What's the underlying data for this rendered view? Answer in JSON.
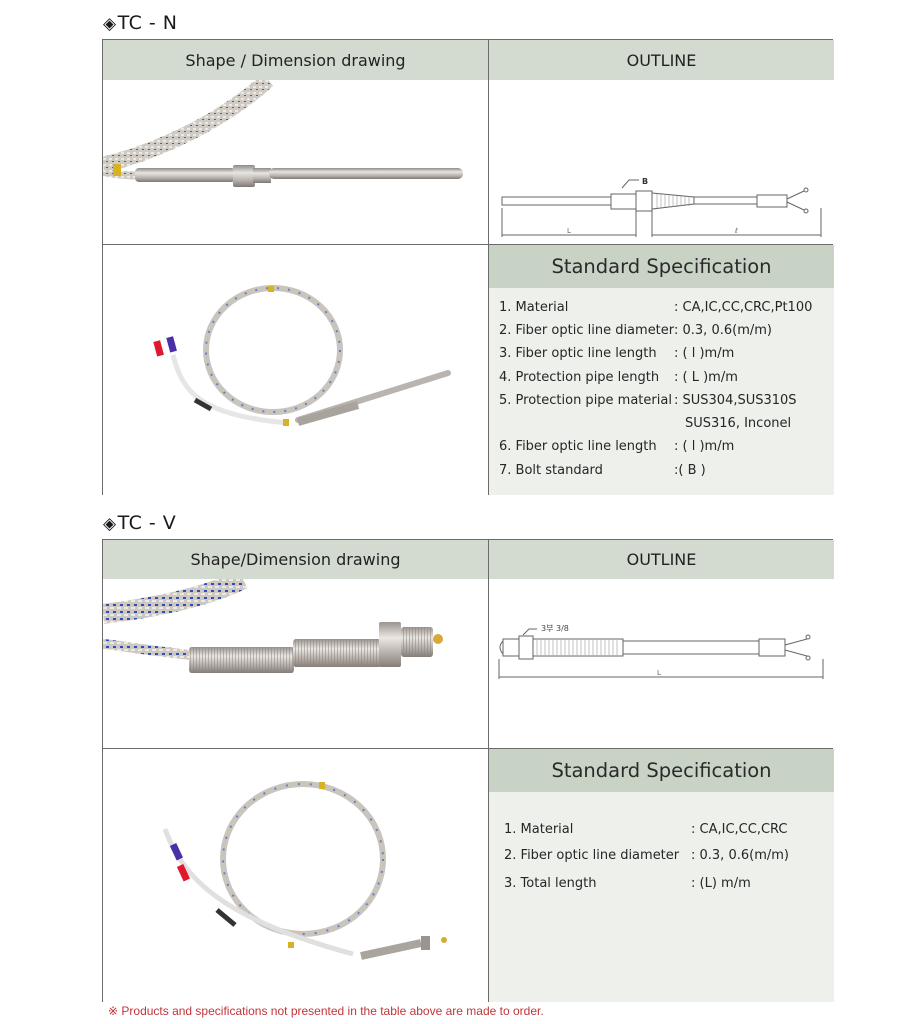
{
  "sections": [
    {
      "title": "TC - N",
      "marker": "◈",
      "headers": {
        "shape": "Shape / Dimension drawing",
        "outline": "OUTLINE"
      },
      "outline_labels": {
        "bolt": "B",
        "protect_len": "L",
        "line_len": "ℓ"
      },
      "spec": {
        "title": "Standard Specification",
        "items": [
          {
            "label": "1. Material",
            "value": ": CA,IC,CC,CRC,Pt100"
          },
          {
            "label": "2. Fiber optic line diameter",
            "value": ": 0.3, 0.6(m/m)"
          },
          {
            "label": "3. Fiber optic line length",
            "value": ": ( l )m/m"
          },
          {
            "label": "4. Protection pipe length",
            "value": ": ( L )m/m"
          },
          {
            "label": "5. Protection pipe material",
            "value": ": SUS304,SUS310S",
            "value2": "SUS316, Inconel"
          },
          {
            "label": "6. Fiber optic line length",
            "value": ": ( l )m/m"
          },
          {
            "label": "7. Bolt standard",
            "value": ":( B )"
          }
        ]
      }
    },
    {
      "title": "TC - V",
      "marker": "◈",
      "headers": {
        "shape": "Shape/Dimension drawing",
        "outline": "OUTLINE"
      },
      "outline_labels": {
        "thread": "3부 3/8",
        "total_len": "L"
      },
      "spec": {
        "title": "Standard Specification",
        "items": [
          {
            "label": "1. Material",
            "value": ": CA,IC,CC,CRC"
          },
          {
            "label": "2. Fiber optic line diameter",
            "value": ": 0.3, 0.6(m/m)"
          },
          {
            "label": "3. Total length",
            "value": ": (L) m/m"
          }
        ]
      }
    }
  ],
  "footnote": "※ Products and specifications not presented in the table above are made to order.",
  "colors": {
    "header_bg": "#d3dbd0",
    "spec_header_bg": "#c8d3c5",
    "spec_body_bg": "#eef0ec",
    "border": "#6b6b6b",
    "footnote": "#c0353a"
  }
}
